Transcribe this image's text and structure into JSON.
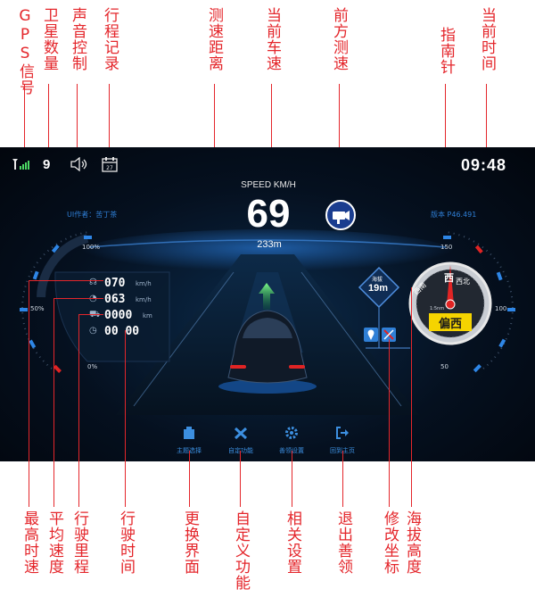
{
  "callouts_top": [
    {
      "id": "gps",
      "text": "GPS信号"
    },
    {
      "id": "satellites",
      "text": "卫星数量"
    },
    {
      "id": "sound",
      "text": "声音控制"
    },
    {
      "id": "trip",
      "text": "行程记录"
    },
    {
      "id": "distance",
      "text": "测速距离"
    },
    {
      "id": "current-speed",
      "text": "当前车速"
    },
    {
      "id": "front-camera",
      "text": "前方测速"
    },
    {
      "id": "compass",
      "text": "指南针"
    },
    {
      "id": "time",
      "text": "当前时间"
    }
  ],
  "callouts_bottom": [
    {
      "id": "max-speed",
      "text": "最高时速"
    },
    {
      "id": "avg-speed",
      "text": "平均速度"
    },
    {
      "id": "mileage",
      "text": "行驶里程"
    },
    {
      "id": "drive-time",
      "text": "行驶时间"
    },
    {
      "id": "change-ui",
      "text": "更换界面"
    },
    {
      "id": "custom",
      "text": "自定义功能"
    },
    {
      "id": "settings",
      "text": "相关设置"
    },
    {
      "id": "exit",
      "text": "退出善领"
    },
    {
      "id": "edit-coord",
      "text": "修改坐标"
    },
    {
      "id": "altitude",
      "text": "海拔高度"
    }
  ],
  "dashboard": {
    "satellite_count": "9",
    "clock": "09:48",
    "ui_author": "UI作者：苦丁茶",
    "version": "版本 P46.491",
    "speed_label": "SPEED KM/H",
    "speed": "69",
    "camera_distance": "233m",
    "left_gauge": {
      "top": "100%",
      "middle": "50%",
      "bottom": "0%"
    },
    "right_gauge": {
      "top": "150",
      "middle": "100",
      "bottom": "50"
    },
    "stats": [
      {
        "value": "070",
        "unit": "km/h"
      },
      {
        "value": "063",
        "unit": "km/h"
      },
      {
        "value": "0000",
        "unit": "km"
      },
      {
        "value": "00 00",
        "unit": ""
      }
    ],
    "altitude_label": "海拔",
    "altitude_value": "19m",
    "compass": {
      "north": "西",
      "ne": "西北",
      "nw": "西南",
      "heading": "偏西",
      "scale": "1:5nm"
    },
    "menu": [
      {
        "label": "主题选择",
        "icon": "theme-icon"
      },
      {
        "label": "自定功能",
        "icon": "tools-icon"
      },
      {
        "label": "善领设置",
        "icon": "gear-icon"
      },
      {
        "label": "回到主页",
        "icon": "exit-icon"
      }
    ]
  },
  "colors": {
    "callout": "#e4262b",
    "accent_blue": "#2f7fd6",
    "panel_bg": "#05101f",
    "heading_yellow": "#f5d400"
  }
}
